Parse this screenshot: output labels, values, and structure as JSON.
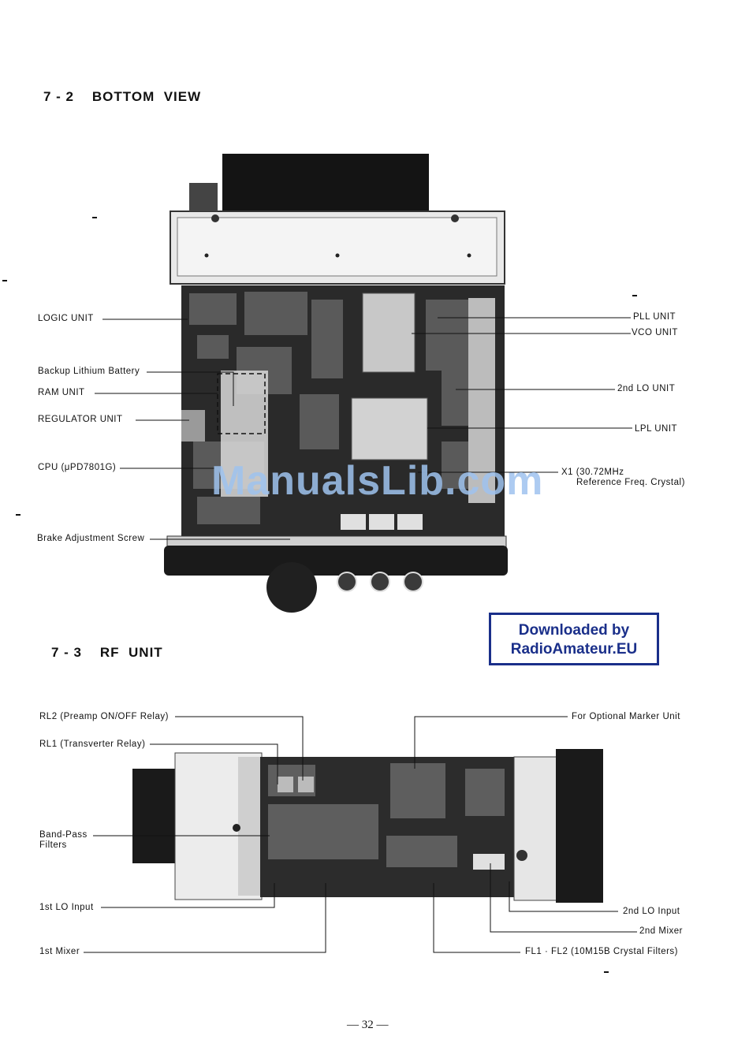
{
  "sections": {
    "bottom_view_title": "7 - 2    BOTTOM  VIEW",
    "rf_unit_title": "7 - 3    RF  UNIT"
  },
  "bottom_view_labels": {
    "logic_unit": "LOGIC  UNIT",
    "backup_battery": "Backup Lithium Battery",
    "ram_unit": "RAM  UNIT",
    "regulator_unit": "REGULATOR  UNIT",
    "cpu": "CPU (μPD7801G)",
    "brake_screw": "Brake Adjustment Screw",
    "pll_unit": "PLL  UNIT",
    "vco_unit": "VCO  UNIT",
    "second_lo_unit": "2nd  LO  UNIT",
    "lpl_unit": "LPL  UNIT",
    "x1_line1": "X1 (30.72MHz",
    "x1_line2": "Reference Freq. Crystal)"
  },
  "rf_unit_labels": {
    "rl2": "RL2 (Preamp ON/OFF Relay)",
    "rl1": "RL1 (Transverter Relay)",
    "band_pass_line1": "Band-Pass",
    "band_pass_line2": "Filters",
    "first_lo_input": "1st LO Input",
    "first_mixer": "1st Mixer",
    "optional_marker": "For Optional Marker Unit",
    "second_lo_input": "2nd LO Input",
    "second_mixer": "2nd Mixer",
    "crystal_filters": "FL1 · FL2 (10M15B Crystal Filters)"
  },
  "watermark": "ManualsLib.com",
  "download_badge": {
    "line1": "Downloaded by",
    "line2": "RadioAmateur.EU"
  },
  "page_number": "— 32 —"
}
